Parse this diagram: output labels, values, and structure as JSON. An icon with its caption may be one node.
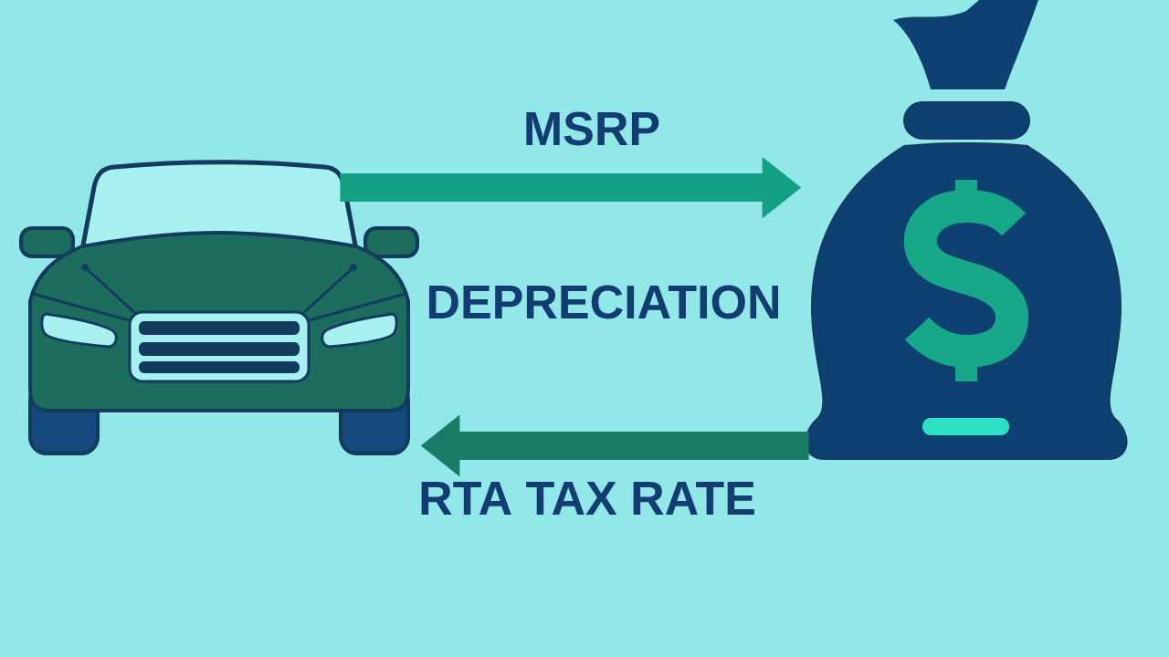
{
  "diagram": {
    "nodes": [
      {
        "text": [],
        "shape": "picture"
      },
      {
        "text": [],
        "shape": "picture"
      }
    ],
    "edges": [
      {
        "from": 0,
        "to": 1,
        "arrow": "to",
        "label": "MSRP",
        "color": "#14a085"
      },
      {
        "from": 1,
        "to": 0,
        "arrow": "to",
        "label": "RTA TAX RATE",
        "color": "#1a7b66"
      }
    ],
    "labels": [
      "DEPRECIATION"
    ]
  }
}
